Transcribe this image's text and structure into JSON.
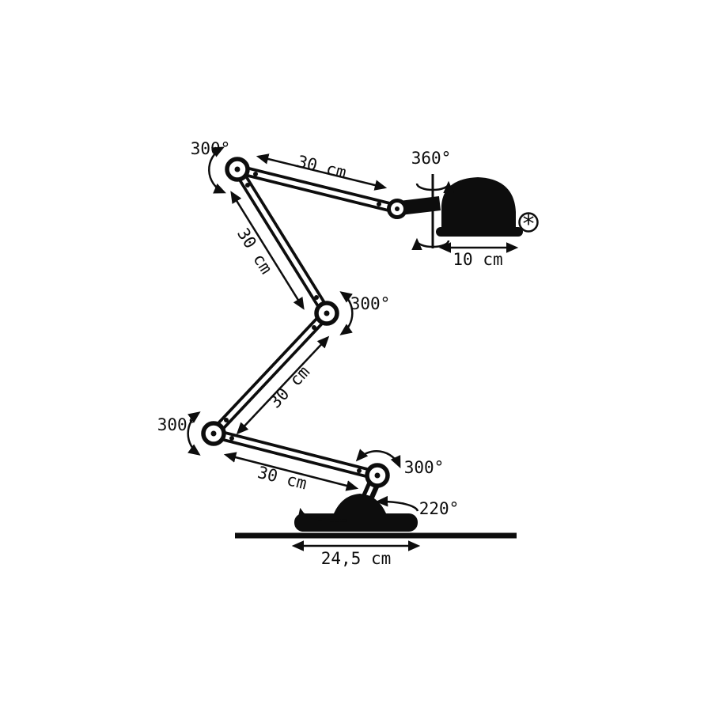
{
  "colors": {
    "ink": "#0d0d0d",
    "background": "#ffffff"
  },
  "dimensions": {
    "arm1": "30 cm",
    "arm2": "30 cm",
    "arm3": "30 cm",
    "arm4": "30 cm",
    "head": "10 cm",
    "base": "24,5 cm"
  },
  "rotations": {
    "joint1": "300°",
    "joint2": "300°",
    "joint3": "300°",
    "joint4": "300°",
    "head": "360°",
    "base": "220°"
  },
  "footnote": {
    "marker": "*"
  }
}
